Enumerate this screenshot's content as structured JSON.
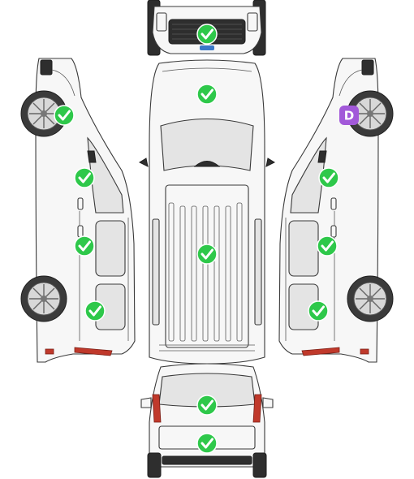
{
  "views": {
    "front": "front-view",
    "roof": "roof-view",
    "left": "left-side-view",
    "right": "right-side-view",
    "rear": "rear-view"
  },
  "colors": {
    "ok": "#2ec84a",
    "damage": "#a259d9",
    "outline": "#3a3a3a",
    "glass": "#e4e4e4",
    "light": "#c0392b"
  },
  "markers": [
    {
      "id": "front-grille",
      "status": "ok",
      "icon": "check-icon"
    },
    {
      "id": "roof-front",
      "status": "ok",
      "icon": "check-icon"
    },
    {
      "id": "left-front-wheel",
      "status": "ok",
      "icon": "check-icon"
    },
    {
      "id": "right-front-wheel",
      "status": "damage",
      "icon": "damage-icon",
      "label": "D"
    },
    {
      "id": "left-front-door",
      "status": "ok",
      "icon": "check-icon"
    },
    {
      "id": "right-front-door",
      "status": "ok",
      "icon": "check-icon"
    },
    {
      "id": "left-sliding-door",
      "status": "ok",
      "icon": "check-icon"
    },
    {
      "id": "roof-cargo",
      "status": "ok",
      "icon": "check-icon"
    },
    {
      "id": "right-sliding-door",
      "status": "ok",
      "icon": "check-icon"
    },
    {
      "id": "left-rear-panel",
      "status": "ok",
      "icon": "check-icon"
    },
    {
      "id": "right-rear-panel",
      "status": "ok",
      "icon": "check-icon"
    },
    {
      "id": "rear-window",
      "status": "ok",
      "icon": "check-icon"
    },
    {
      "id": "rear-bumper",
      "status": "ok",
      "icon": "check-icon"
    }
  ]
}
